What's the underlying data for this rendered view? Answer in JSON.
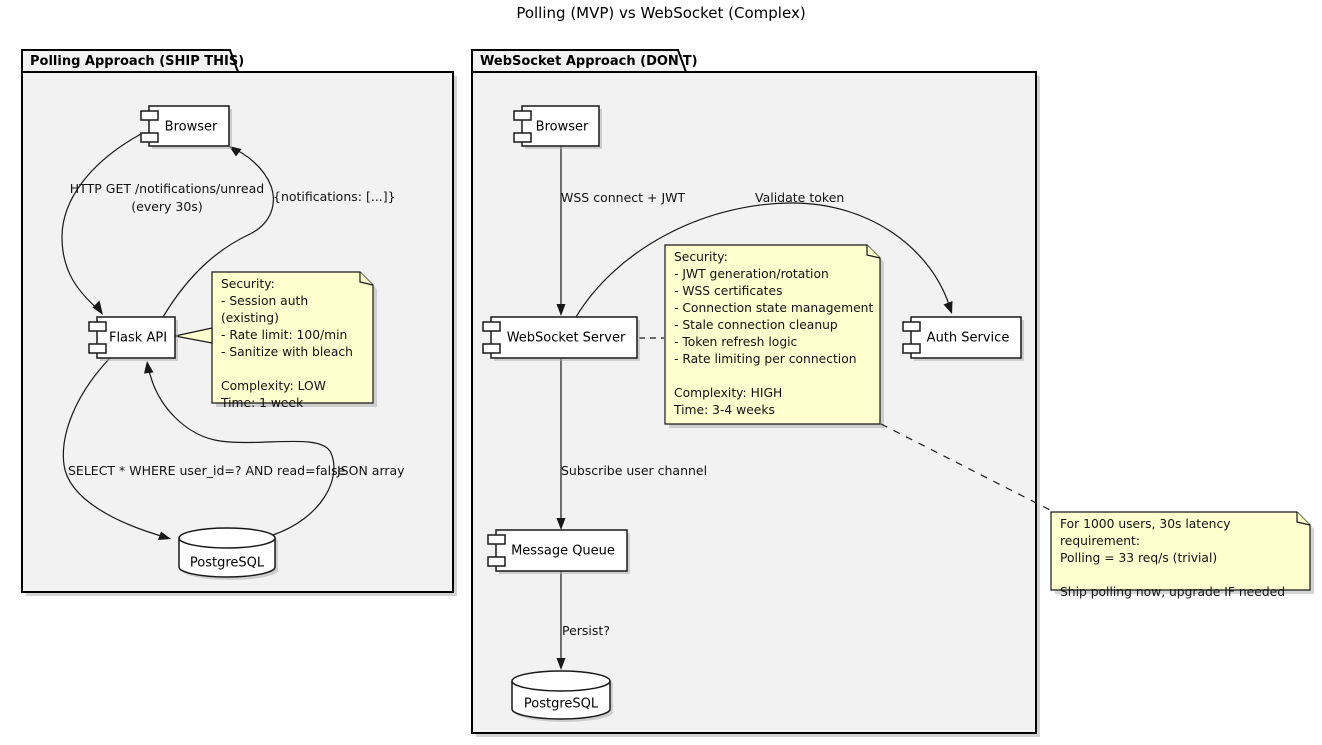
{
  "title": "Polling (MVP) vs WebSocket (Complex)",
  "colors": {
    "note_bg": "#FEFECE",
    "package_bg": "#F2F2F2",
    "component_bg": "#FFFFFF",
    "border": "#181818"
  },
  "packages": {
    "polling": {
      "title": "Polling Approach (SHIP THIS)",
      "components": {
        "browser": "Browser",
        "flask_api": "Flask API"
      },
      "database": "PostgreSQL",
      "edges": {
        "http_get_line1": "HTTP GET /notifications/unread",
        "http_get_line2": "(every 30s)",
        "notifications": "{notifications: [...]}",
        "select_query": "SELECT * WHERE user_id=? AND read=false",
        "json_array": "JSON array"
      },
      "note": {
        "text": "Security:\n- Session auth (existing)\n- Rate limit: 100/min\n- Sanitize with bleach\n\nComplexity: LOW\nTime: 1 week"
      }
    },
    "websocket": {
      "title": "WebSocket Approach (DON'T)",
      "components": {
        "browser": "Browser",
        "ws_server": "WebSocket Server",
        "auth_service": "Auth Service",
        "message_queue": "Message Queue"
      },
      "database": "PostgreSQL",
      "edges": {
        "wss_connect": "WSS connect + JWT",
        "validate_token": "Validate token",
        "subscribe": "Subscribe user channel",
        "persist": "Persist?"
      },
      "note": {
        "text": "Security:\n- JWT generation/rotation\n- WSS certificates\n- Connection state management\n- Stale connection cleanup\n- Token refresh logic\n- Rate limiting per connection\n\nComplexity: HIGH\nTime: 3-4 weeks"
      }
    }
  },
  "summary_note": {
    "text": "For 1000 users, 30s latency requirement:\nPolling = 33 req/s (trivial)\n\nShip polling now, upgrade IF needed"
  }
}
